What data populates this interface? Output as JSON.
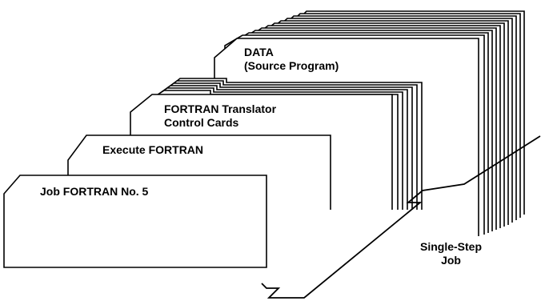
{
  "cards": {
    "job": {
      "label": "Job FORTRAN No. 5"
    },
    "execute": {
      "label": "Execute FORTRAN"
    },
    "translator": {
      "line1": "FORTRAN Translator",
      "line2": "Control Cards"
    },
    "data": {
      "line1": "DATA",
      "line2": "(Source Program)"
    }
  },
  "bracket": {
    "line1": "Single-Step",
    "line2": "Job"
  }
}
